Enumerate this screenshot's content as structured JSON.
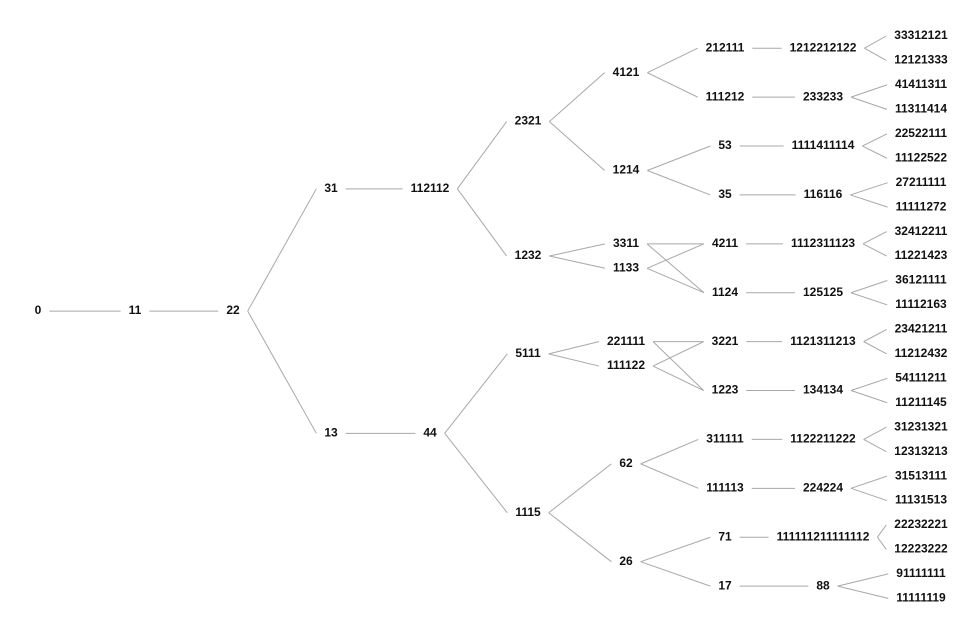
{
  "tree": {
    "root": {
      "label": "0",
      "children": [
        {
          "label": "11",
          "children": [
            {
              "label": "22",
              "children": [
                {
                  "label": "31",
                  "children": [
                    {
                      "label": "112112",
                      "children": [
                        {
                          "label": "2321",
                          "children": [
                            {
                              "label": "4121",
                              "children": [
                                {
                                  "label": "212111",
                                  "children": [
                                    {
                                      "label": "1212212122",
                                      "children": [
                                        {
                                          "label": "33312121"
                                        },
                                        {
                                          "label": "12121333"
                                        }
                                      ]
                                    }
                                  ]
                                },
                                {
                                  "label": "111212",
                                  "children": [
                                    {
                                      "label": "233233",
                                      "children": [
                                        {
                                          "label": "41411311"
                                        },
                                        {
                                          "label": "11311414"
                                        }
                                      ]
                                    }
                                  ]
                                }
                              ]
                            },
                            {
                              "label": "1214",
                              "children": [
                                {
                                  "label": "53",
                                  "children": [
                                    {
                                      "label": "1111411114",
                                      "children": [
                                        {
                                          "label": "22522111"
                                        },
                                        {
                                          "label": "11122522"
                                        }
                                      ]
                                    }
                                  ]
                                },
                                {
                                  "label": "35",
                                  "children": [
                                    {
                                      "label": "116116",
                                      "children": [
                                        {
                                          "label": "27211111"
                                        },
                                        {
                                          "label": "11111272"
                                        }
                                      ]
                                    }
                                  ]
                                }
                              ]
                            }
                          ]
                        },
                        {
                          "label": "1232",
                          "children": [
                            {
                              "label": "3311"
                            },
                            {
                              "label": "1133"
                            }
                          ]
                        }
                      ]
                    }
                  ]
                },
                {
                  "label": "13",
                  "children": [
                    {
                      "label": "44",
                      "children": [
                        {
                          "label": "5111",
                          "children": [
                            {
                              "label": "221111"
                            },
                            {
                              "label": "111122"
                            }
                          ]
                        },
                        {
                          "label": "1115",
                          "children": [
                            {
                              "label": "62",
                              "children": [
                                {
                                  "label": "311111",
                                  "children": [
                                    {
                                      "label": "1122211222",
                                      "children": [
                                        {
                                          "label": "31231321"
                                        },
                                        {
                                          "label": "12313213"
                                        }
                                      ]
                                    }
                                  ]
                                },
                                {
                                  "label": "111113",
                                  "children": [
                                    {
                                      "label": "224224",
                                      "children": [
                                        {
                                          "label": "31513111"
                                        },
                                        {
                                          "label": "11131513"
                                        }
                                      ]
                                    }
                                  ]
                                }
                              ]
                            },
                            {
                              "label": "26",
                              "children": [
                                {
                                  "label": "71",
                                  "children": [
                                    {
                                      "label": "111111211111112",
                                      "children": [
                                        {
                                          "label": "22232221"
                                        },
                                        {
                                          "label": "12223222"
                                        }
                                      ]
                                    }
                                  ]
                                },
                                {
                                  "label": "17",
                                  "children": [
                                    {
                                      "label": "88",
                                      "children": [
                                        {
                                          "label": "91111111"
                                        },
                                        {
                                          "label": "11111119"
                                        }
                                      ]
                                    }
                                  ]
                                }
                              ]
                            }
                          ]
                        }
                      ]
                    }
                  ]
                }
              ]
            }
          ]
        }
      ]
    },
    "merges": [
      {
        "parents": [
          "3311",
          "1133"
        ],
        "children": [
          {
            "label": "4211",
            "children": [
              {
                "label": "1112311123",
                "children": [
                  {
                    "label": "32412211"
                  },
                  {
                    "label": "11221423"
                  }
                ]
              }
            ]
          },
          {
            "label": "1124",
            "children": [
              {
                "label": "125125",
                "children": [
                  {
                    "label": "36121111"
                  },
                  {
                    "label": "11112163"
                  }
                ]
              }
            ]
          }
        ]
      },
      {
        "parents": [
          "221111",
          "111122"
        ],
        "children": [
          {
            "label": "3221",
            "children": [
              {
                "label": "1121311213",
                "children": [
                  {
                    "label": "23421211"
                  },
                  {
                    "label": "11212432"
                  }
                ]
              }
            ]
          },
          {
            "label": "1223",
            "children": [
              {
                "label": "134134",
                "children": [
                  {
                    "label": "54111211"
                  },
                  {
                    "label": "11211145"
                  }
                ]
              }
            ]
          }
        ]
      }
    ]
  }
}
